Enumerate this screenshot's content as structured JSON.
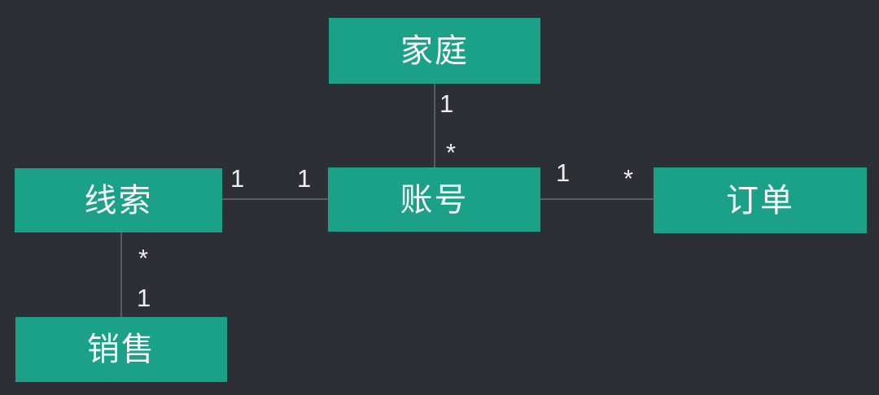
{
  "diagram": {
    "type": "entity-relationship",
    "colors": {
      "background": "#2d2f36",
      "node_fill": "#1aa187",
      "node_text": "#f7f8f9",
      "connector": "#585b61",
      "cardinality_text": "#eceef0"
    },
    "nodes": [
      {
        "id": "family",
        "label": "家庭"
      },
      {
        "id": "lead",
        "label": "线索"
      },
      {
        "id": "account",
        "label": "账号"
      },
      {
        "id": "order",
        "label": "订单"
      },
      {
        "id": "sales",
        "label": "销售"
      }
    ],
    "edges": [
      {
        "from": "family",
        "to": "account",
        "from_cardinality": "1",
        "to_cardinality": "*"
      },
      {
        "from": "lead",
        "to": "account",
        "from_cardinality": "1",
        "to_cardinality": "1"
      },
      {
        "from": "account",
        "to": "order",
        "from_cardinality": "1",
        "to_cardinality": "*"
      },
      {
        "from": "lead",
        "to": "sales",
        "from_cardinality": "*",
        "to_cardinality": "1"
      }
    ]
  }
}
